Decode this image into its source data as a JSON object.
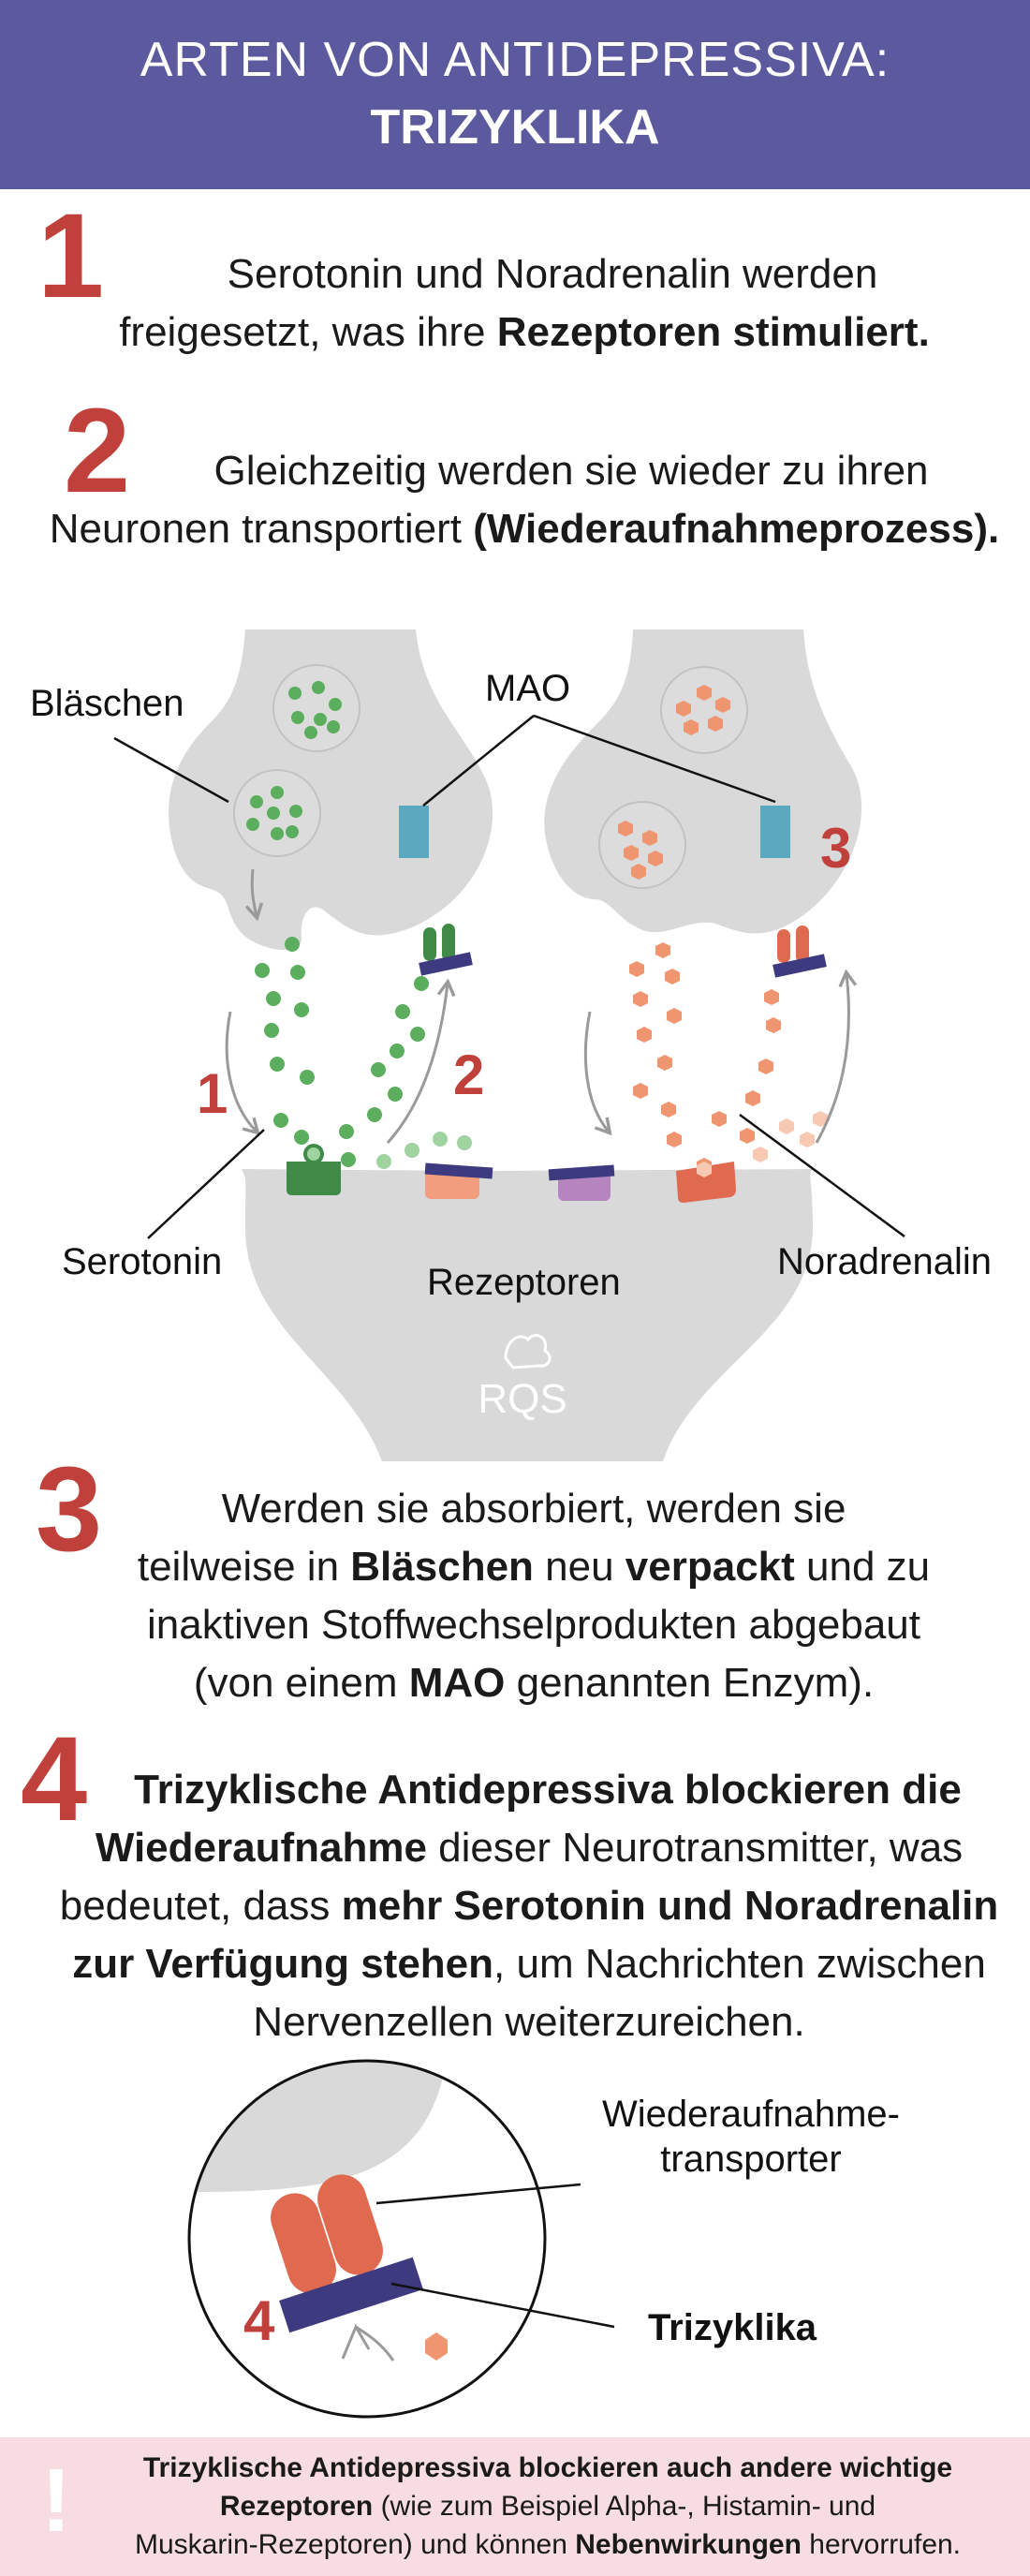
{
  "header": {
    "title_line1": "ARTEN VON ANTIDEPRESSIVA:",
    "title_line2": "TRIZYKLIKA"
  },
  "steps": [
    {
      "number": "1",
      "text_a": "Serotonin und Noradrenalin werden",
      "text_b": "freigesetzt, was ihre ",
      "text_c": "Rezeptoren stimuliert."
    },
    {
      "number": "2",
      "text_a": "Gleichzeitig werden sie wieder zu ihren",
      "text_b": "Neuronen transportiert ",
      "text_c": "(Wiederaufnahmeprozess)."
    },
    {
      "number": "3",
      "text_a": "Werden sie absorbiert, werden sie",
      "text_b": "teilweise in ",
      "text_c": "Bläschen",
      "text_d": " neu ",
      "text_e": "verpackt",
      "text_f": " und zu",
      "text_g": "inaktiven Stoffwechselprodukten abgebaut",
      "text_h": "(von einem ",
      "text_i": "MAO",
      "text_j": " genannten Enzym)."
    },
    {
      "number": "4",
      "text_a": "Trizyklische Antidepressiva blockieren die",
      "text_b": "Wiederaufnahme",
      "text_c": " dieser Neurotransmitter, was",
      "text_d": "bedeutet, dass ",
      "text_e": "mehr Serotonin und Noradrenalin",
      "text_f": "zur Verfügung stehen",
      "text_g": ", um Nachrichten zwischen",
      "text_h": "Nervenzellen weiterzureichen."
    }
  ],
  "diagram": {
    "labels": {
      "vesicles": "Bläschen",
      "mao": "MAO",
      "serotonin": "Serotonin",
      "receptors": "Rezeptoren",
      "noradrenalin": "Noradrenalin",
      "logo": "RQS"
    },
    "markers": [
      "1",
      "2",
      "3"
    ],
    "colors": {
      "neuron": "#d9d9da",
      "serotonin": "#5aae5e",
      "noradrenalin": "#ef9670",
      "mao": "#5aa9bf",
      "transporter_red": "#e06a4f",
      "blocker": "#3d3a80",
      "receptor_purple": "#b685c0",
      "receptor_salmon": "#f19d7e",
      "accent_red": "#c0413b"
    }
  },
  "zoom": {
    "label_transporter_line1": "Wiederaufnahme-",
    "label_transporter_line2": "transporter",
    "label_drug": "Trizyklika",
    "marker": "4"
  },
  "warning": {
    "icon": "exclamation-icon",
    "text_a": "Trizyklische Antidepressiva blockieren auch andere wichtige",
    "text_b": "Rezeptoren",
    "text_c": " (wie zum Beispiel Alpha-, Histamin- und",
    "text_d": "Muskarin-Rezeptoren) und können ",
    "text_e": "Nebenwirkungen",
    "text_f": " hervorrufen."
  }
}
